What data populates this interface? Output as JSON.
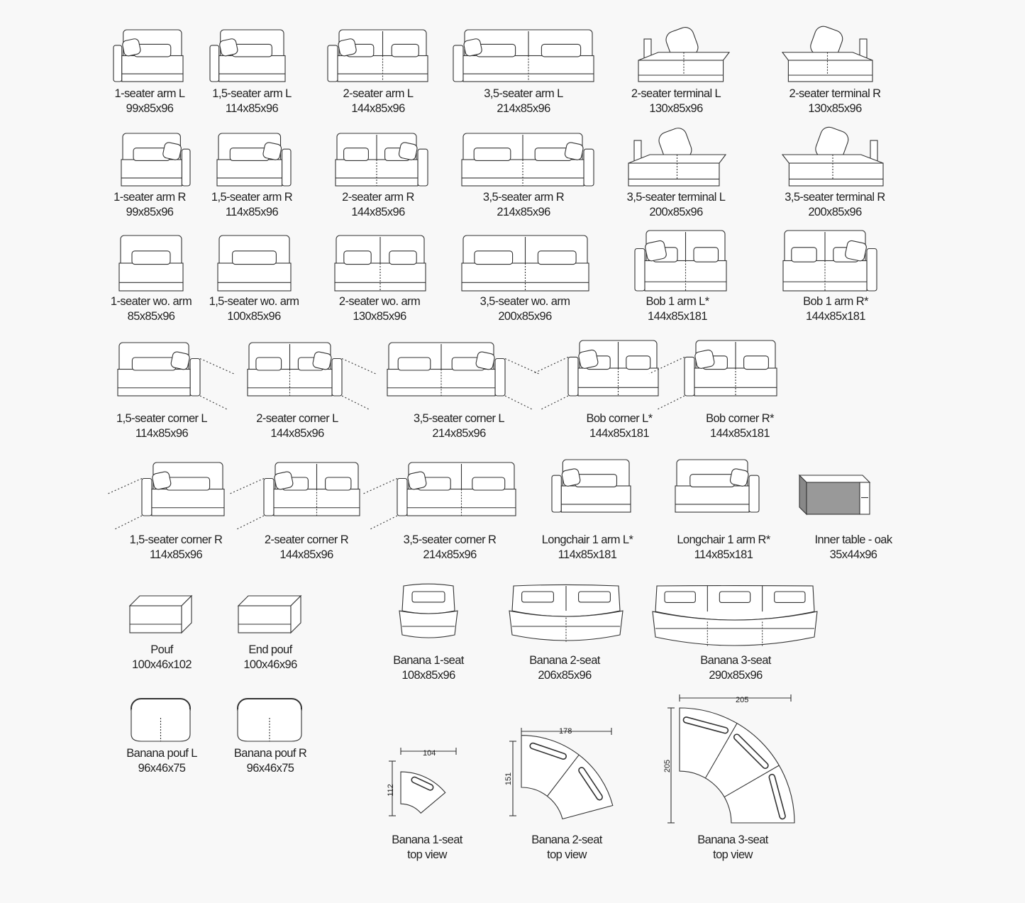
{
  "modules": [
    {
      "name": "1-seater arm L",
      "size": "99x85x96"
    },
    {
      "name": "1,5-seater arm L",
      "size": "114x85x96"
    },
    {
      "name": "2-seater arm L",
      "size": "144x85x96"
    },
    {
      "name": "3,5-seater arm L",
      "size": "214x85x96"
    },
    {
      "name": "2-seater terminal L",
      "size": "130x85x96"
    },
    {
      "name": "2-seater terminal  R",
      "size": "130x85x96"
    },
    {
      "name": "1-seater arm R",
      "size": "99x85x96"
    },
    {
      "name": "1,5-seater arm R",
      "size": "114x85x96"
    },
    {
      "name": "2-seater arm R",
      "size": "144x85x96"
    },
    {
      "name": "3,5-seater arm R",
      "size": "214x85x96"
    },
    {
      "name": "3,5-seater terminal L",
      "size": "200x85x96"
    },
    {
      "name": "3,5-seater terminal R",
      "size": "200x85x96"
    },
    {
      "name": "1-seater wo. arm",
      "size": "85x85x96"
    },
    {
      "name": "1,5-seater wo. arm",
      "size": "100x85x96"
    },
    {
      "name": "2-seater wo. arm",
      "size": "130x85x96"
    },
    {
      "name": "3,5-seater wo. arm",
      "size": "200x85x96"
    },
    {
      "name": "Bob 1 arm L*",
      "size": "144x85x181"
    },
    {
      "name": "Bob 1 arm R*",
      "size": "144x85x181"
    },
    {
      "name": "1,5-seater corner L",
      "size": "114x85x96"
    },
    {
      "name": "2-seater corner L",
      "size": "144x85x96"
    },
    {
      "name": "3,5-seater corner L",
      "size": "214x85x96"
    },
    {
      "name": "Bob corner L*",
      "size": "144x85x181"
    },
    {
      "name": "Bob corner R*",
      "size": "144x85x181"
    },
    {
      "name": "1,5-seater corner R",
      "size": "114x85x96"
    },
    {
      "name": "2-seater corner R",
      "size": "144x85x96"
    },
    {
      "name": "3,5-seater corner R",
      "size": "214x85x96"
    },
    {
      "name": "Longchair 1 arm L*",
      "size": "114x85x181"
    },
    {
      "name": "Longchair 1 arm R*",
      "size": "114x85x181"
    },
    {
      "name": "Inner table - oak",
      "size": "35x44x96"
    },
    {
      "name": "Pouf",
      "size": "100x46x102"
    },
    {
      "name": "End pouf",
      "size": "100x46x96"
    },
    {
      "name": "Banana 1-seat",
      "size": "108x85x96"
    },
    {
      "name": "Banana 2-seat",
      "size": "206x85x96"
    },
    {
      "name": "Banana 3-seat",
      "size": "290x85x96"
    },
    {
      "name": "Banana pouf L",
      "size": "96x46x75"
    },
    {
      "name": "Banana pouf R",
      "size": "96x46x75"
    },
    {
      "name": "Banana 1-seat",
      "size": "top view"
    },
    {
      "name": "Banana 2-seat",
      "size": "top view"
    },
    {
      "name": "Banana 3-seat",
      "size": "top view"
    }
  ],
  "dimensions": {
    "b1_width": "104",
    "b1_depth": "112",
    "b2_width": "178",
    "b2_depth": "151",
    "b3_width": "205",
    "b3_depth": "205"
  },
  "colors": {
    "line": "#333333",
    "background": "#f8f8f8"
  }
}
